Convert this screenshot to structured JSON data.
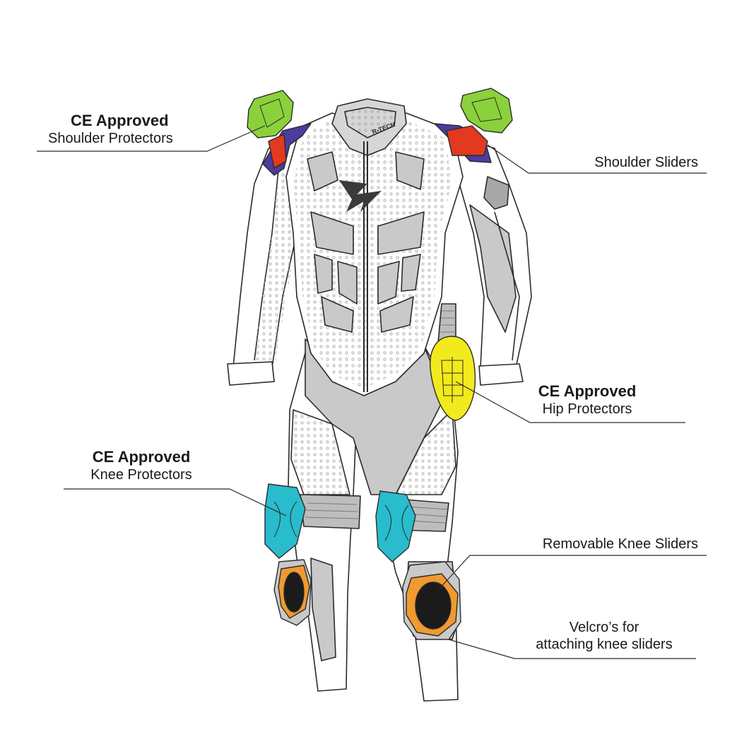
{
  "callouts": {
    "shoulder_protectors": {
      "heading": "CE Approved",
      "text": "Shoulder Protectors"
    },
    "shoulder_sliders": {
      "text": "Shoulder Sliders"
    },
    "hip_protectors": {
      "heading": "CE Approved",
      "text": "Hip Protectors"
    },
    "knee_protectors": {
      "heading": "CE Approved",
      "text": "Knee Protectors"
    },
    "knee_sliders": {
      "text": "Removable Knee Sliders"
    },
    "velcro": {
      "line1": "Velcro’s for",
      "line2": "attaching knee sliders"
    }
  },
  "logo_text": "R-TECH",
  "colors": {
    "outline": "#2b2b2b",
    "suit_white": "#ffffff",
    "panel_grey": "#c9c9c9",
    "panel_dark_grey": "#a8a8a8",
    "shoulder_protector": "#8bd13b",
    "shoulder_slider_red": "#e2391f",
    "shoulder_slider_purple": "#4b3ca0",
    "hip_protector": "#f2ea1c",
    "knee_protector": "#28bccc",
    "knee_slider_orange": "#f09a30",
    "knee_slider_black": "#1b1b1b"
  }
}
